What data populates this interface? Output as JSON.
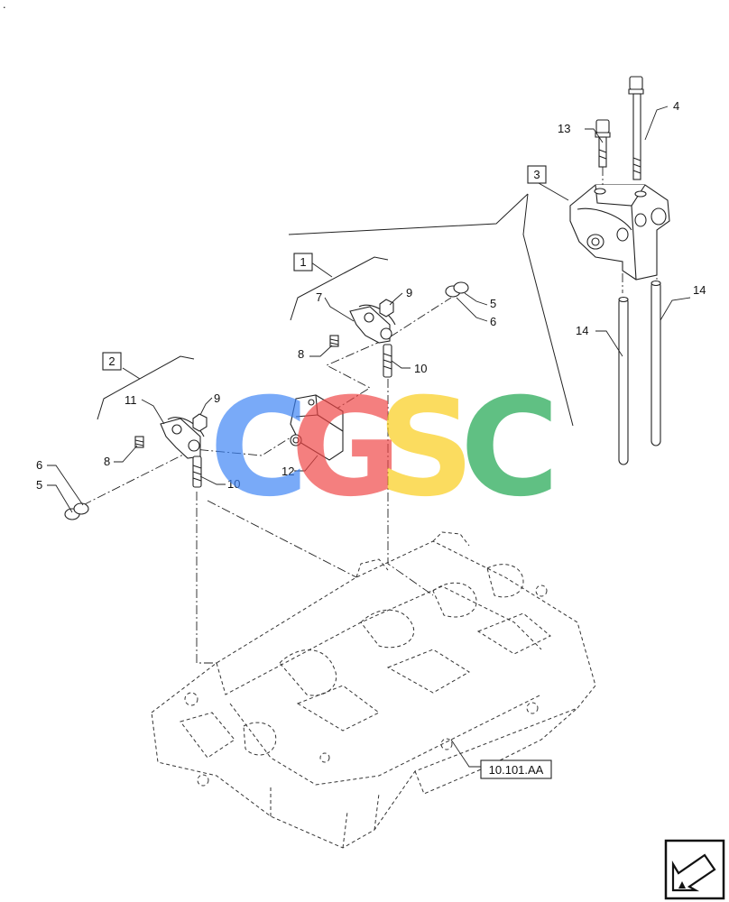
{
  "corner_mark": ".",
  "group_labels": [
    {
      "id": "group-1",
      "text": "1"
    },
    {
      "id": "group-2",
      "text": "2"
    },
    {
      "id": "group-3",
      "text": "3"
    }
  ],
  "callouts": [
    {
      "id": "callout-4",
      "text": "4"
    },
    {
      "id": "callout-13",
      "text": "13"
    },
    {
      "id": "callout-14-right",
      "text": "14"
    },
    {
      "id": "callout-14-left",
      "text": "14"
    },
    {
      "id": "callout-9-upper",
      "text": "9"
    },
    {
      "id": "callout-7",
      "text": "7"
    },
    {
      "id": "callout-5-upper",
      "text": "5"
    },
    {
      "id": "callout-6-upper",
      "text": "6"
    },
    {
      "id": "callout-8-upper",
      "text": "8"
    },
    {
      "id": "callout-10-upper",
      "text": "10"
    },
    {
      "id": "callout-11",
      "text": "11"
    },
    {
      "id": "callout-9-lower",
      "text": "9"
    },
    {
      "id": "callout-8-lower",
      "text": "8"
    },
    {
      "id": "callout-6-lower",
      "text": "6"
    },
    {
      "id": "callout-5-lower",
      "text": "5"
    },
    {
      "id": "callout-10-lower",
      "text": "10"
    },
    {
      "id": "callout-12",
      "text": "12"
    }
  ],
  "reference_label": "10.101.AA",
  "watermark": {
    "letters": [
      "C",
      "G",
      "S",
      "C"
    ],
    "colors": [
      "#3b82f6",
      "#ef4444",
      "#facc15",
      "#16a34a"
    ]
  },
  "nav_icon": "next-page-arrow-icon"
}
